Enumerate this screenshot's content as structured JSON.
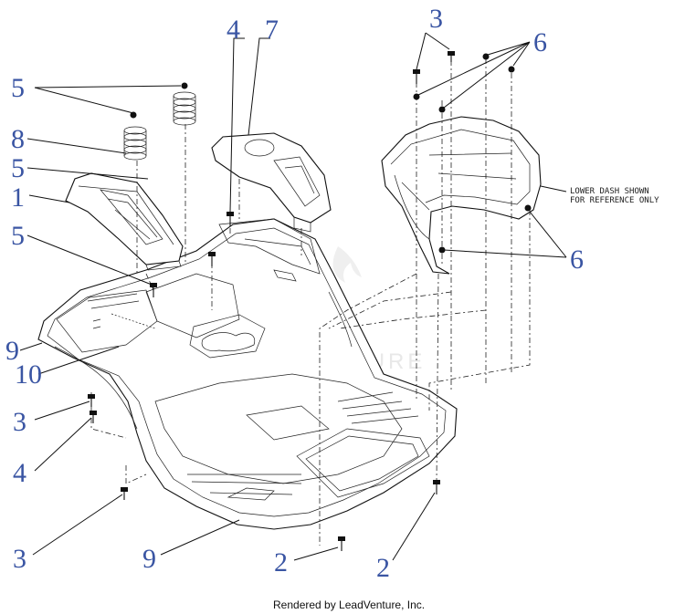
{
  "callouts": {
    "c3_top": "3",
    "c4_top": "4",
    "c7_top": "7",
    "c6_top": "6",
    "c5_a": "5",
    "c8": "8",
    "c5_b": "5",
    "c1": "1",
    "c5_c": "5",
    "c6_right": "6",
    "c9_left": "9",
    "c10": "10",
    "c3_left": "3",
    "c4_left": "4",
    "c3_bottom": "3",
    "c9_bottom": "9",
    "c2_mid": "2",
    "c2_right": "2"
  },
  "note": {
    "line1": "LOWER DASH SHOWN",
    "line2": "FOR REFERENCE ONLY"
  },
  "watermark": "LEADVENTURE",
  "credit": "Rendered by LeadVenture, Inc."
}
